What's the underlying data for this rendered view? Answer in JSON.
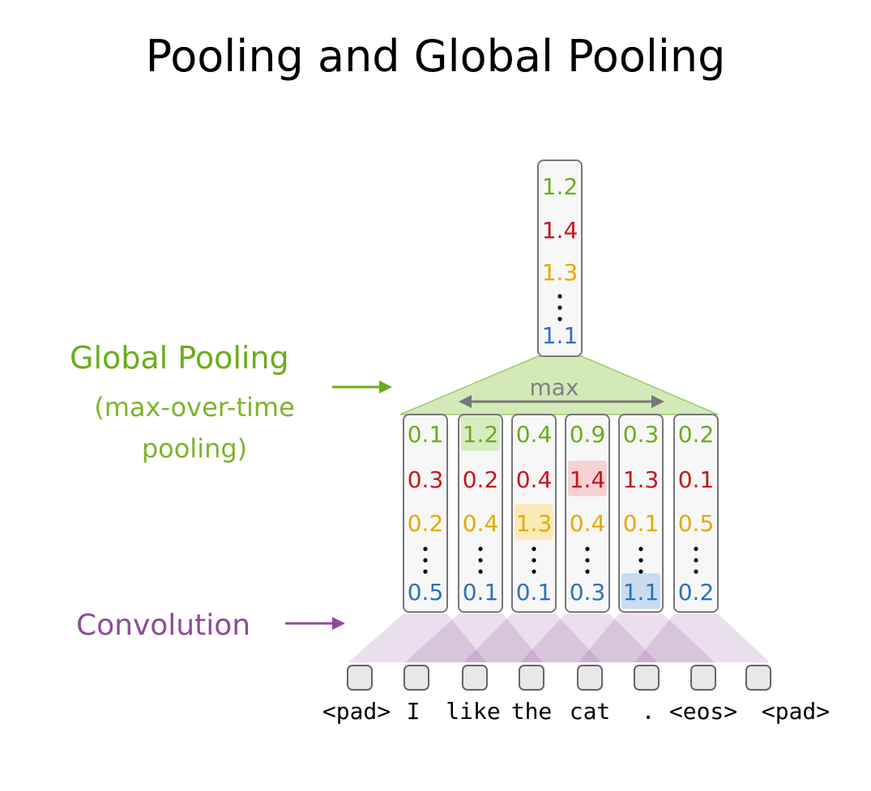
{
  "title": "Pooling and Global Pooling",
  "labels": {
    "global_pooling": "Global Pooling",
    "global_pooling_sub1": "(max-over-time",
    "global_pooling_sub2": "pooling)",
    "convolution": "Convolution",
    "max": "max"
  },
  "colors": {
    "green": "#6aad1b",
    "red": "#c8141e",
    "yellow": "#e6a800",
    "blue": "#2f6fc0",
    "purple": "#8d4c97",
    "gray": "#808080"
  },
  "tokens": [
    "<pad>",
    "I",
    "like",
    "the",
    "cat",
    ".",
    "<eos>",
    "<pad>"
  ],
  "conv_columns": [
    [
      "0.1",
      "0.3",
      "0.2",
      "0.5"
    ],
    [
      "1.2",
      "0.2",
      "0.4",
      "0.1"
    ],
    [
      "0.4",
      "0.4",
      "1.3",
      "0.1"
    ],
    [
      "0.9",
      "1.4",
      "0.4",
      "0.3"
    ],
    [
      "0.3",
      "1.3",
      "0.1",
      "1.1"
    ],
    [
      "0.2",
      "0.1",
      "0.5",
      "0.2"
    ]
  ],
  "max_positions": [
    1,
    3,
    2,
    4
  ],
  "pooled": [
    "1.2",
    "1.4",
    "1.3",
    "1.1"
  ]
}
